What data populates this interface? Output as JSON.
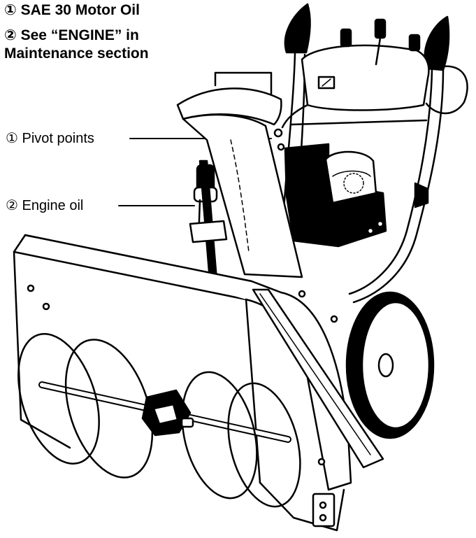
{
  "legend": {
    "item1": "① SAE 30 Motor Oil",
    "item2_line1": "② See “ENGINE” in",
    "item2_line2": "Maintenance section"
  },
  "callouts": {
    "pivot_points": "① Pivot points",
    "engine_oil": "② Engine oil"
  }
}
